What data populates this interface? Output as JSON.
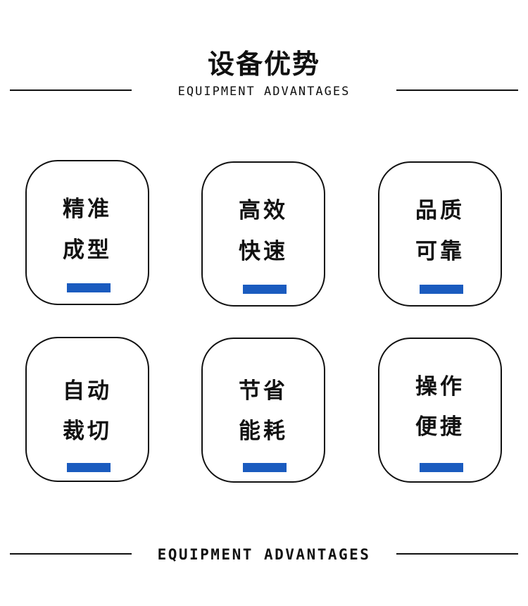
{
  "header": {
    "title": "设备优势",
    "subtitle": "EQUIPMENT ADVANTAGES"
  },
  "footer": {
    "subtitle": "EQUIPMENT ADVANTAGES"
  },
  "colors": {
    "accent": "#1a5bbf",
    "ink": "#111111",
    "background": "#ffffff"
  },
  "cards": [
    {
      "line1": "精准",
      "line2": "成型"
    },
    {
      "line1": "高效",
      "line2": "快速"
    },
    {
      "line1": "品质",
      "line2": "可靠"
    },
    {
      "line1": "自动",
      "line2": "裁切"
    },
    {
      "line1": "节省",
      "line2": "能耗"
    },
    {
      "line1": "操作",
      "line2": "便捷"
    }
  ]
}
